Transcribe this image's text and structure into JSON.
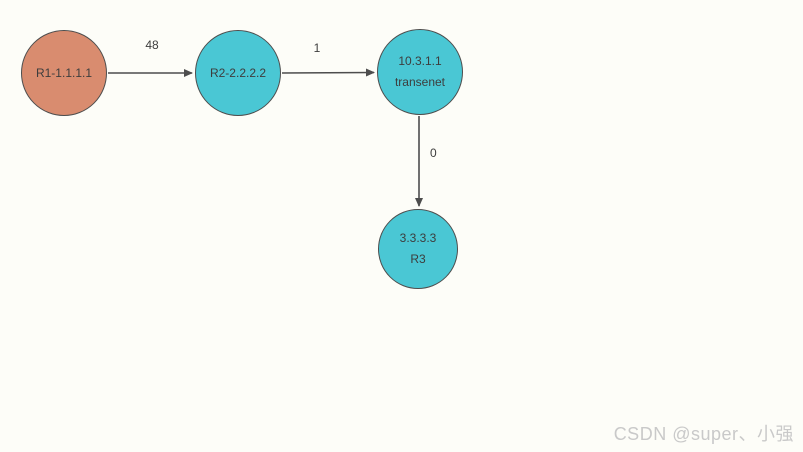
{
  "diagram": {
    "nodes": [
      {
        "id": "r1",
        "lines": [
          "R1-1.1.1.1"
        ],
        "shape": "circle",
        "fill": "#d98c6f"
      },
      {
        "id": "r2",
        "lines": [
          "R2-2.2.2.2"
        ],
        "shape": "circle",
        "fill": "#4ac7d4"
      },
      {
        "id": "n3",
        "lines": [
          "10.3.1.1",
          "transenet"
        ],
        "shape": "circle",
        "fill": "#4ac7d4"
      },
      {
        "id": "r3",
        "lines": [
          "3.3.3.3",
          "R3"
        ],
        "shape": "circle",
        "fill": "#4ac7d4"
      }
    ],
    "edges": [
      {
        "from": "r1",
        "to": "r2",
        "label": "48",
        "direction": "right"
      },
      {
        "from": "r2",
        "to": "n3",
        "label": "1",
        "direction": "right"
      },
      {
        "from": "n3",
        "to": "r3",
        "label": "0",
        "direction": "down"
      }
    ]
  },
  "colors": {
    "node_orange": "#d98c6f",
    "node_cyan": "#4ac7d4",
    "node_stroke": "#4d4d4d",
    "edge_line": "#4d4d4d",
    "label_text": "#3d3d3d",
    "watermark_text": "#c9c9c9",
    "background": "#fdfdf8"
  },
  "watermark": {
    "text": "CSDN @super、小强"
  }
}
